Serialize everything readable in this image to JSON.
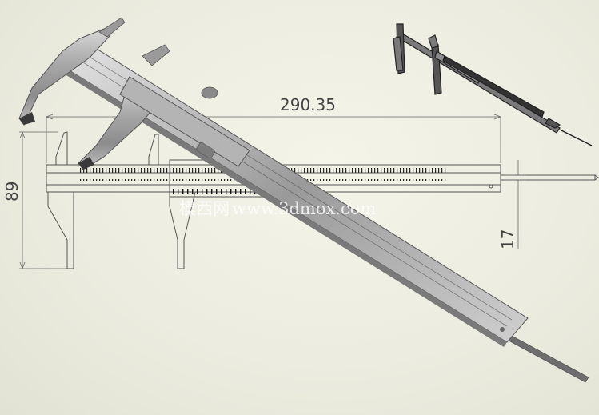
{
  "dimensions": {
    "length_label": "290.35",
    "height_label": "89",
    "depth_label": "17"
  },
  "watermark": {
    "cn_text": "模西网",
    "site_text": "www.3dmox.com"
  },
  "colors": {
    "background": "#efefe4",
    "line": "#555555",
    "steel": "#a8a8a8"
  }
}
